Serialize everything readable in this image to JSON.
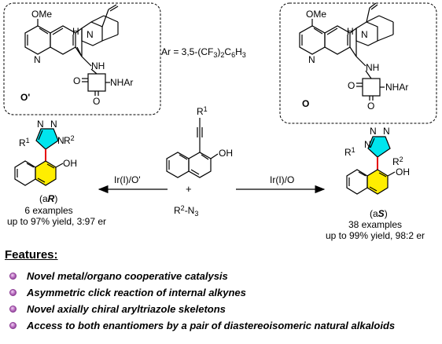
{
  "scheme": {
    "catalyst_left": {
      "label": "O'",
      "ome": "OMe",
      "h": "H",
      "n_quin": "N",
      "n_bridge": "N",
      "nh": "NH",
      "nhar": "NHAr",
      "o_top": "O",
      "o_bottom": "O",
      "n_ring": "N"
    },
    "catalyst_right": {
      "label": "O",
      "ome": "OMe",
      "h": "H",
      "n_quin": "N",
      "n_bridge": "N",
      "nh": "NH",
      "nhar": "NHAr",
      "o_top": "O",
      "o_bottom": "O",
      "n_ring": "N"
    },
    "ar_definition": {
      "prefix": "Ar = 3,5-(CF",
      "sub1": "3",
      "mid": ")",
      "sub2": "2",
      "main": "C",
      "sub3": "6",
      "h": "H",
      "sub4": "3"
    },
    "center": {
      "r1": "R",
      "r1_sup": "1",
      "oh": "OH",
      "plus": "+",
      "azide_r": "R",
      "azide_sup": "2",
      "azide_n": "-N",
      "azide_sub": "3"
    },
    "arrow_left_label": "Ir(I)/O'",
    "arrow_right_label": "Ir(I)/O",
    "product_left": {
      "n1": "N",
      "n2": "N",
      "n3": "N",
      "r1": "R",
      "r1_sup": "1",
      "r2": "R",
      "r2_sup": "2",
      "oh": "OH",
      "label_open": "(a",
      "label_config": "R",
      "label_close": ")",
      "examples": "6 examples",
      "yield": "up to 97% yield, 3:97 er"
    },
    "product_right": {
      "n1": "N",
      "n2": "N",
      "n3": "N",
      "r1": "R",
      "r1_sup": "1",
      "r2": "R",
      "r2_sup": "2",
      "oh": "OH",
      "label_open": "(a",
      "label_config": "S",
      "label_close": ")",
      "examples": "38 examples",
      "yield": "up to 99% yield, 98:2 er"
    }
  },
  "colors": {
    "triazole": "#00e5ee",
    "naphthyl_ring": "#ffee00",
    "axis_bond": "#e60000",
    "bullet": "#9b4aa3"
  },
  "features": {
    "title": "Features:",
    "items": [
      "Novel metal/organo cooperative catalysis",
      "Asymmetric click reaction of internal alkynes",
      "Novel axially chiral aryltriazole skeletons",
      "Access to both enantiomers by a pair of diastereoisomeric natural alkaloids"
    ]
  }
}
